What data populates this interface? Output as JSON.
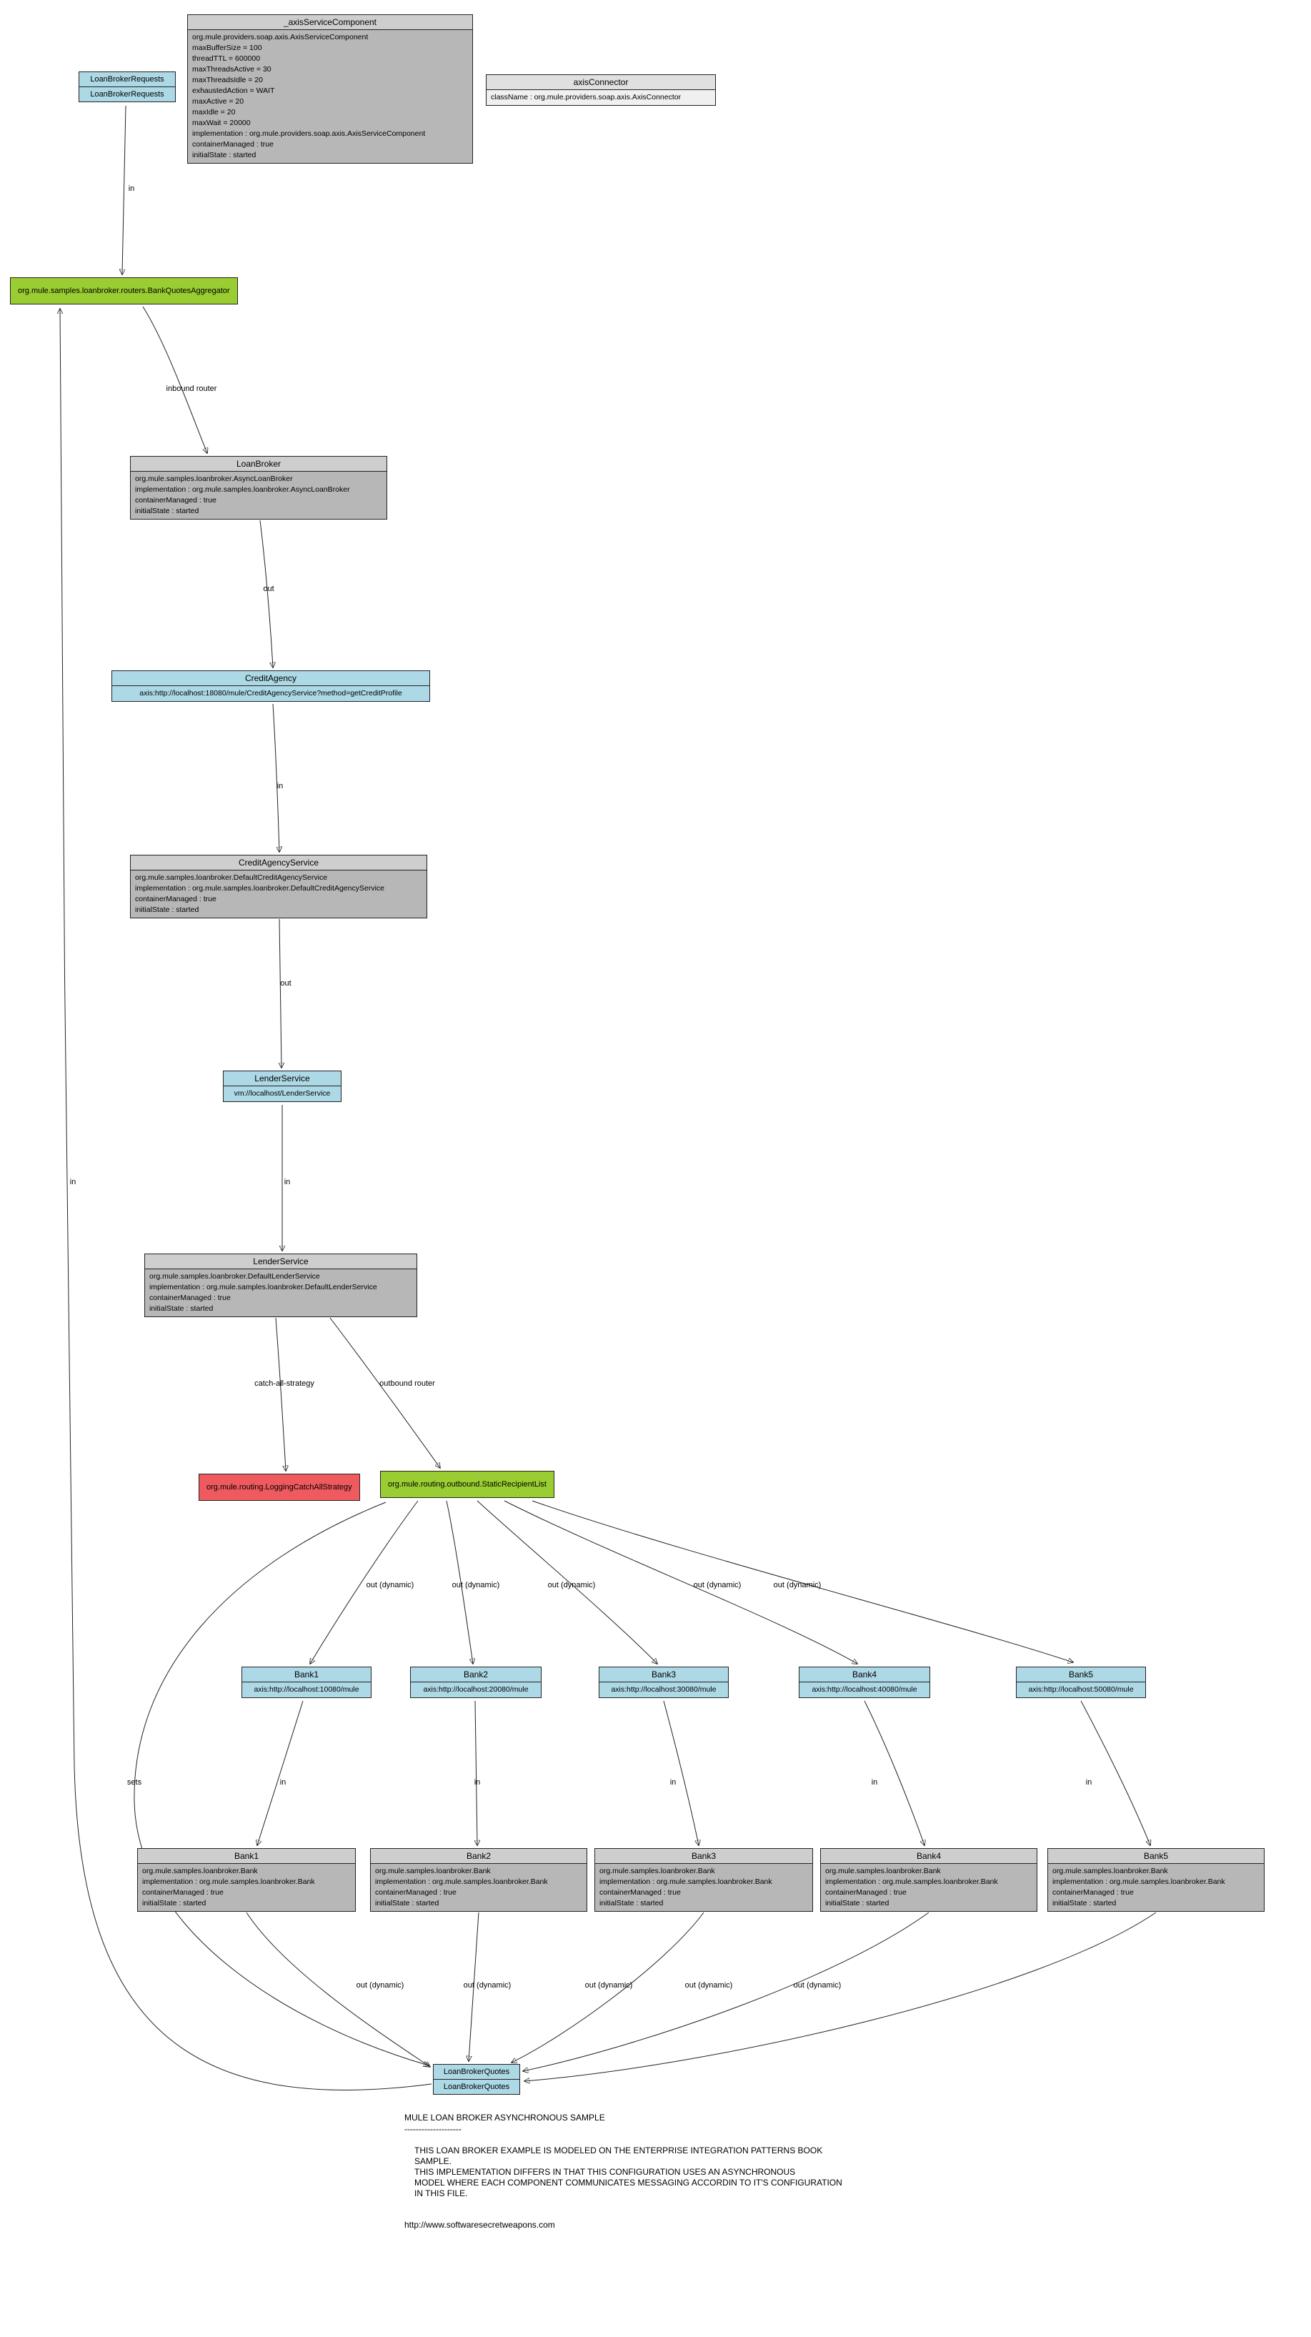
{
  "nodes": {
    "loanBrokerRequests": {
      "row1": "LoanBrokerRequests",
      "row2": "LoanBrokerRequests"
    },
    "axisServiceComponent": {
      "title": "_axisServiceComponent",
      "lines": [
        "org.mule.providers.soap.axis.AxisServiceComponent",
        "maxBufferSize = 100",
        "threadTTL = 600000",
        "maxThreadsActive = 30",
        "maxThreadsIdle = 20",
        "exhaustedAction = WAIT",
        "maxActive = 20",
        "maxIdle = 20",
        "maxWait = 20000",
        "implementation : org.mule.providers.soap.axis.AxisServiceComponent",
        "containerManaged : true",
        "initialState : started"
      ]
    },
    "axisConnector": {
      "title": "axisConnector",
      "body": "className : org.mule.providers.soap.axis.AxisConnector"
    },
    "bankQuotesAggregator": {
      "label": "org.mule.samples.loanbroker.routers.BankQuotesAggregator"
    },
    "loanBroker": {
      "title": "LoanBroker",
      "lines": [
        "org.mule.samples.loanbroker.AsyncLoanBroker",
        "implementation : org.mule.samples.loanbroker.AsyncLoanBroker",
        "containerManaged : true",
        "initialState : started"
      ]
    },
    "creditAgency": {
      "title": "CreditAgency",
      "body": "axis:http://localhost:18080/mule/CreditAgencyService?method=getCreditProfile"
    },
    "creditAgencyService": {
      "title": "CreditAgencyService",
      "lines": [
        "org.mule.samples.loanbroker.DefaultCreditAgencyService",
        "implementation : org.mule.samples.loanbroker.DefaultCreditAgencyService",
        "containerManaged : true",
        "initialState : started"
      ]
    },
    "lenderServiceEndpoint": {
      "title": "LenderService",
      "body": "vm://localhost/LenderService"
    },
    "lenderService": {
      "title": "LenderService",
      "lines": [
        "org.mule.samples.loanbroker.DefaultLenderService",
        "implementation : org.mule.samples.loanbroker.DefaultLenderService",
        "containerManaged : true",
        "initialState : started"
      ]
    },
    "catchAllStrategy": {
      "label": "org.mule.routing.LoggingCatchAllStrategy"
    },
    "staticRecipientList": {
      "label": "org.mule.routing.outbound.StaticRecipientList"
    },
    "bankEndpoints": [
      {
        "title": "Bank1",
        "body": "axis:http://localhost:10080/mule"
      },
      {
        "title": "Bank2",
        "body": "axis:http://localhost:20080/mule"
      },
      {
        "title": "Bank3",
        "body": "axis:http://localhost:30080/mule"
      },
      {
        "title": "Bank4",
        "body": "axis:http://localhost:40080/mule"
      },
      {
        "title": "Bank5",
        "body": "axis:http://localhost:50080/mule"
      }
    ],
    "bankComponents": [
      {
        "title": "Bank1",
        "lines": [
          "org.mule.samples.loanbroker.Bank",
          "implementation : org.mule.samples.loanbroker.Bank",
          "containerManaged : true",
          "initialState : started"
        ]
      },
      {
        "title": "Bank2",
        "lines": [
          "org.mule.samples.loanbroker.Bank",
          "implementation : org.mule.samples.loanbroker.Bank",
          "containerManaged : true",
          "initialState : started"
        ]
      },
      {
        "title": "Bank3",
        "lines": [
          "org.mule.samples.loanbroker.Bank",
          "implementation : org.mule.samples.loanbroker.Bank",
          "containerManaged : true",
          "initialState : started"
        ]
      },
      {
        "title": "Bank4",
        "lines": [
          "org.mule.samples.loanbroker.Bank",
          "implementation : org.mule.samples.loanbroker.Bank",
          "containerManaged : true",
          "initialState : started"
        ]
      },
      {
        "title": "Bank5",
        "lines": [
          "org.mule.samples.loanbroker.Bank",
          "implementation : org.mule.samples.loanbroker.Bank",
          "containerManaged : true",
          "initialState : started"
        ]
      }
    ],
    "loanBrokerQuotes": {
      "row1": "LoanBrokerQuotes",
      "row2": "LoanBrokerQuotes"
    }
  },
  "edge_labels": {
    "in_requests": "in",
    "inbound_router": "inbound router",
    "out_loanbroker": "out",
    "in_creditagency": "in",
    "out_creditagencyservice": "out",
    "in_lenderservice": "in",
    "catch_all": "catch-all-strategy",
    "outbound_router": "outbound router",
    "out_dynamic": "out (dynamic)",
    "in_bank": "in",
    "sets": "sets",
    "in_reply": "in"
  },
  "colors": {
    "endpoint_blue": "#add8e6",
    "component_gray": "#b7b7b7",
    "router_green": "#9acd32",
    "catch_all_red": "#ee5a5e"
  },
  "footer": {
    "title": "MULE LOAN BROKER ASYNCHRONOUS SAMPLE",
    "dashes": "--------------------",
    "lines": [
      "THIS LOAN BROKER EXAMPLE IS MODELED ON THE ENTERPRISE INTEGRATION PATTERNS BOOK",
      "SAMPLE.",
      "THIS IMPLEMENTATION DIFFERS IN THAT THIS CONFIGURATION USES AN ASYNCHRONOUS",
      "MODEL WHERE EACH COMPONENT COMMUNICATES MESSAGING ACCORDIN TO IT'S CONFIGURATION",
      "IN THIS FILE."
    ],
    "url": "http://www.softwaresecretweapons.com"
  }
}
